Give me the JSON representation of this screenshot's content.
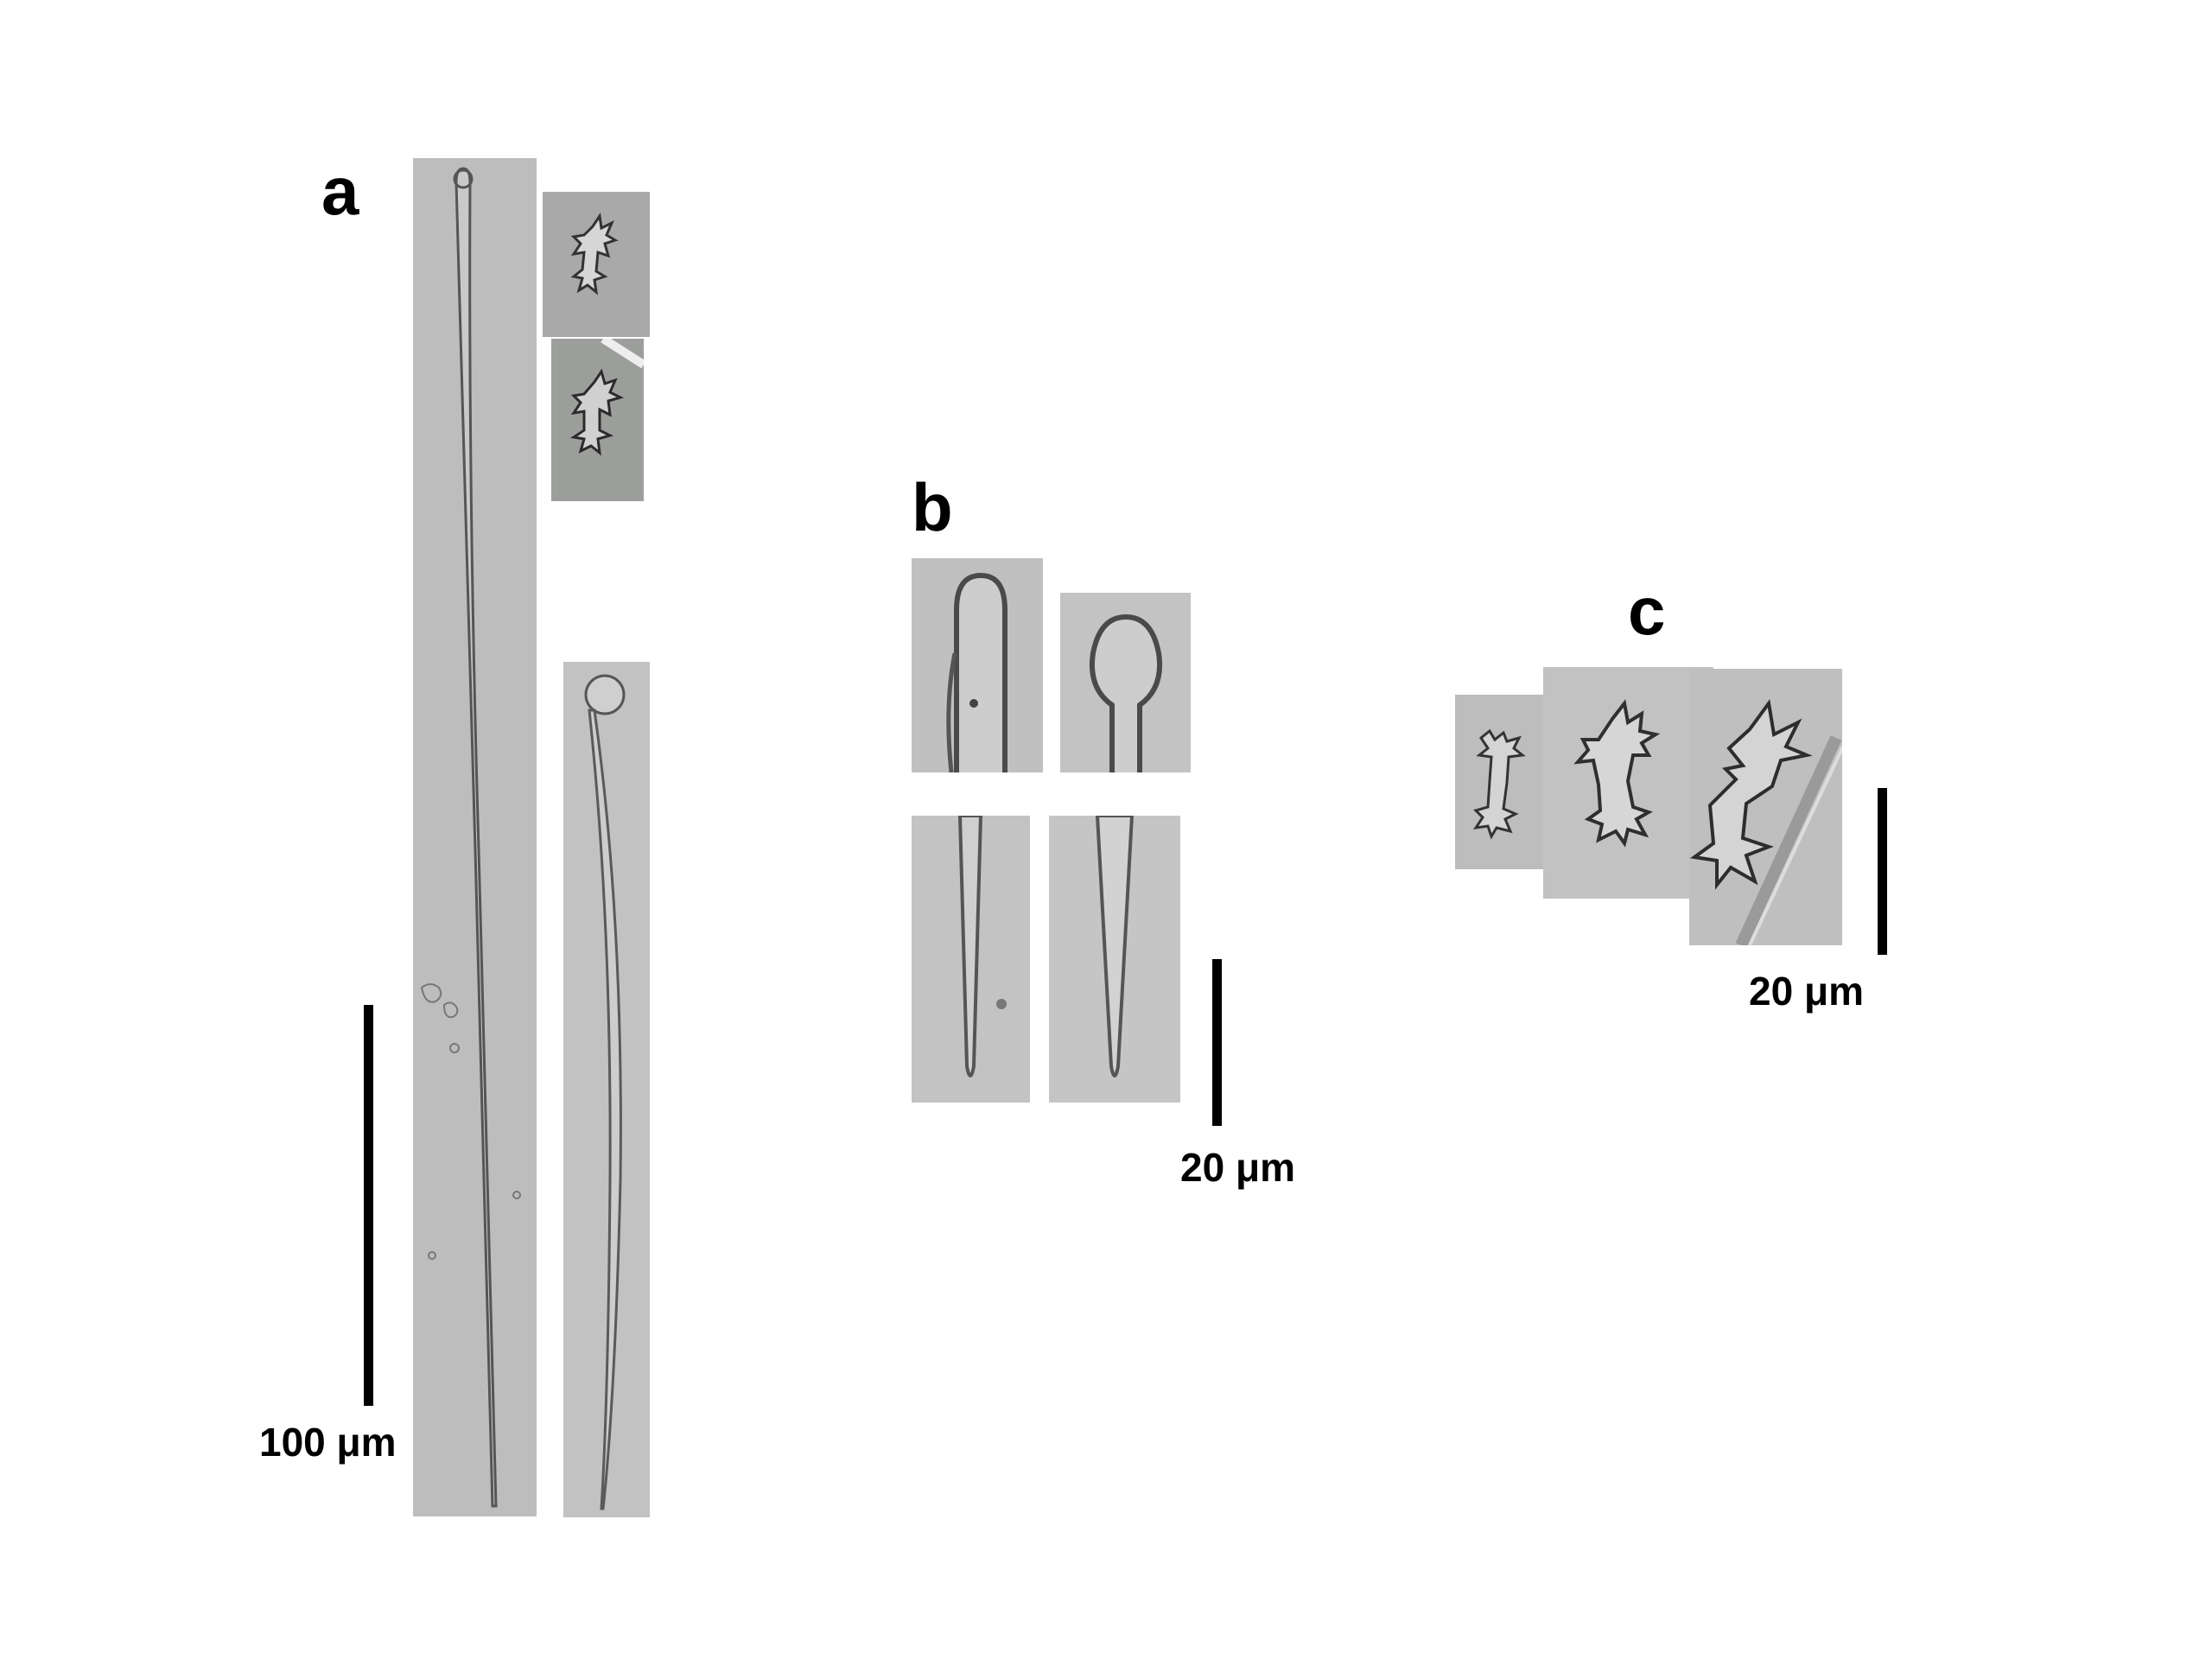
{
  "figure": {
    "panel_a": {
      "label": "a",
      "scale": "100 μm"
    },
    "panel_b": {
      "label": "b",
      "scale": "20 μm"
    },
    "panel_c": {
      "label": "c",
      "scale": "20 μm"
    }
  },
  "colors": {
    "background": "#ffffff",
    "micrograph": "#bcbcbc",
    "micrograph_dark": "#9a9a9a",
    "spicule_edge": "#5a5a5a",
    "text": "#000000"
  }
}
